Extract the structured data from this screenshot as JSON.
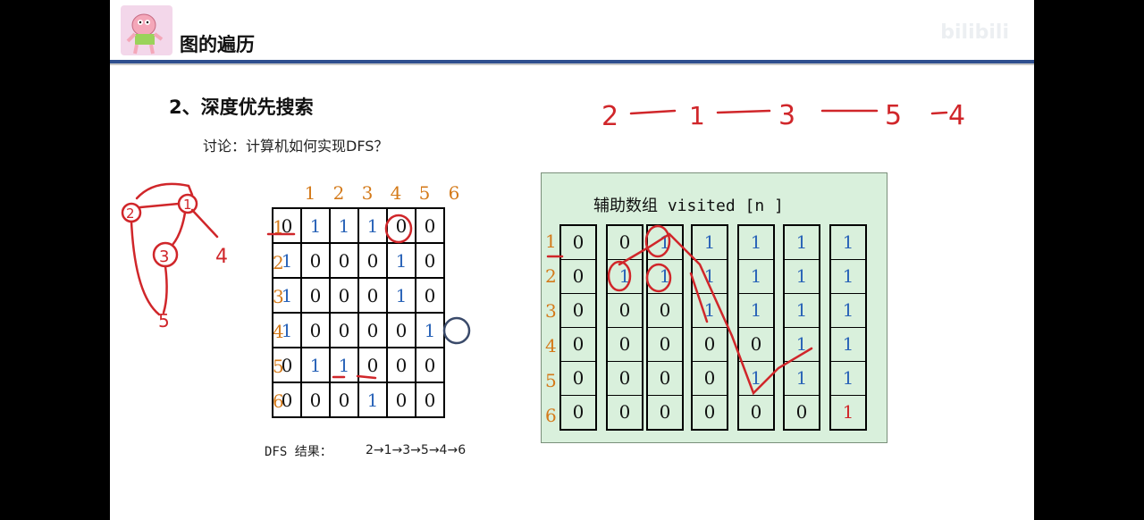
{
  "header": {
    "title": "图的遍历",
    "watermark": "bilibili"
  },
  "section_title": "2、深度优先搜索",
  "discussion": "讨论：计算机如何实现DFS？",
  "matrix": {
    "col_labels": [
      "1",
      "2",
      "3",
      "4",
      "5",
      "6"
    ],
    "row_labels": [
      "1",
      "2",
      "3",
      "4",
      "5",
      "6"
    ],
    "rows": [
      [
        "0",
        "1",
        "1",
        "1",
        "0",
        "0"
      ],
      [
        "1",
        "0",
        "0",
        "0",
        "1",
        "0"
      ],
      [
        "1",
        "0",
        "0",
        "0",
        "1",
        "0"
      ],
      [
        "1",
        "0",
        "0",
        "0",
        "0",
        "1"
      ],
      [
        "0",
        "1",
        "1",
        "0",
        "0",
        "0"
      ],
      [
        "0",
        "0",
        "0",
        "1",
        "0",
        "0"
      ]
    ]
  },
  "result": {
    "label": "DFS 结果：",
    "sequence": "2→1→3→5→4→6"
  },
  "visited_panel": {
    "title": "辅助数组 visited [n ]",
    "row_labels": [
      "1",
      "2",
      "3",
      "4",
      "5",
      "6"
    ],
    "columns": [
      [
        "0",
        "0",
        "0",
        "0",
        "0",
        "0"
      ],
      [
        "0",
        "1",
        "0",
        "0",
        "0",
        "0"
      ],
      [
        "1",
        "1",
        "0",
        "0",
        "0",
        "0"
      ],
      [
        "1",
        "1",
        "1",
        "0",
        "0",
        "0"
      ],
      [
        "1",
        "1",
        "1",
        "0",
        "1",
        "0"
      ],
      [
        "1",
        "1",
        "1",
        "1",
        "1",
        "0"
      ],
      [
        "1",
        "1",
        "1",
        "1",
        "1",
        "1"
      ]
    ]
  },
  "handwriting": {
    "order": [
      "2",
      "1",
      "3",
      "5",
      "4"
    ],
    "graph_nodes": [
      "2",
      "1",
      "3",
      "4",
      "5"
    ]
  },
  "colors": {
    "orange_label": "#d47a1a",
    "blue_value": "#2a64b8",
    "red_ink": "#d0262a",
    "panel_green": "#d9f0dc",
    "rule_blue": "#2f4f8f"
  }
}
